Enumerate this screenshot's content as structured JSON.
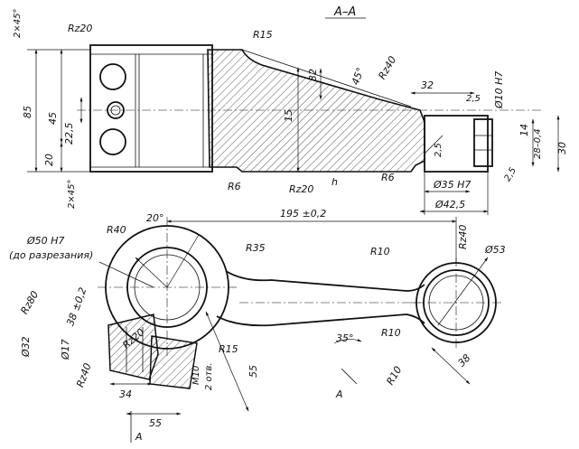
{
  "section_title": "А–А",
  "top_view": {
    "labels": {
      "chamfer_top": "2×45°",
      "rough_rz20_top": "Rz20",
      "radius_r15_top": "R15",
      "dim_85": "85",
      "dim_45": "45",
      "dim_22_5": "22,5",
      "dim_20": "20",
      "chamfer_bottom": "2×45°",
      "dim_32_slope": "32",
      "dim_15": "15",
      "angle_45": "45°",
      "rough_rz40_top": "Rz40",
      "dim_32_top": "32",
      "dim_2_5_top": "2,5",
      "dia_10h7": "Ø10 H7",
      "dim_14": "14",
      "dim_28_04": "28–0,4",
      "dim_30": "30",
      "dim_2_5_right": "2,5",
      "dim_2_5_left": "2,5",
      "radius_r6_left": "R6",
      "rough_rz20_mid": "Rz20",
      "dim_h": "h",
      "radius_r6_right": "R6",
      "dia_35h7": "Ø35 H7",
      "dia_42_5": "Ø42,5"
    }
  },
  "plan_view": {
    "labels": {
      "angle_20": "20°",
      "radius_r40_left": "R40",
      "dim_195": "195 ±0,2",
      "rough_rz40_right": "Rz40",
      "dia_50h7": "Ø50 H7",
      "note_no_cut": "(до разрезания)",
      "radius_r35": "R35",
      "radius_r10_top": "R10",
      "dia_53": "Ø53",
      "rough_rz80": "Rz80",
      "dim_38": "38 ±0,2",
      "dia_32": "Ø32",
      "dia_17": "Ø17",
      "rough_rz20_bolt": "Rz20",
      "rough_rz40_bolt": "Rz40",
      "radius_r15_bottom": "R15",
      "thread_m10": "M10",
      "holes_2": "2 отв.",
      "dim_34": "34",
      "dim_55_bottom": "55",
      "dim_55_diag": "55",
      "angle_35": "35°",
      "radius_r10_mid": "R10",
      "radius_r10_bottom": "R10",
      "dim_38_right": "38",
      "section_mark_a_bottom": "А",
      "section_mark_a_right": "А"
    }
  }
}
